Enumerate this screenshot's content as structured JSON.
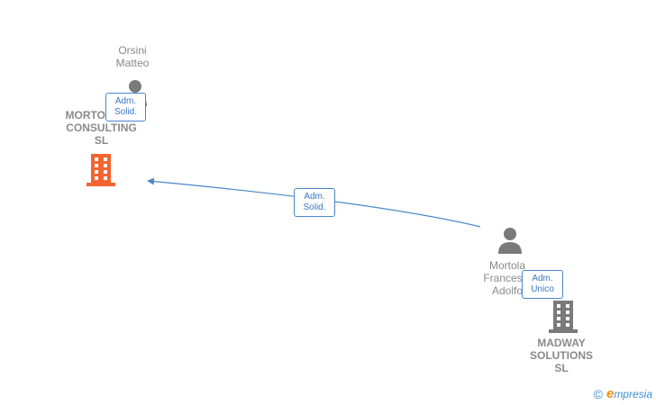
{
  "nodes": {
    "orsini": {
      "line1": "Orsini",
      "line2": "Matteo"
    },
    "mortola_consulting": {
      "line1": "MORTOLA ... I",
      "line2": "CONSULTING",
      "line3": "SL"
    },
    "mortola_person": {
      "line1": "Mortola",
      "line2": "Frances...",
      "line3": "Adolfo"
    },
    "madway": {
      "line1": "MADWAY",
      "line2": "SOLUTIONS",
      "line3": "SL"
    }
  },
  "badges": {
    "orsini_role": {
      "line1": "Adm.",
      "line2": "Solid."
    },
    "link_role": {
      "line1": "Adm.",
      "line2": "Solid."
    },
    "madway_role": {
      "line1": "Adm.",
      "line2": "Unico"
    }
  },
  "colors": {
    "link": "#4a86c8",
    "person": "#7a7a7a",
    "company_main": "#f26430",
    "company_other": "#7a7a7a"
  },
  "brand": {
    "copyright": "©",
    "e": "e",
    "rest": "mpresia"
  }
}
